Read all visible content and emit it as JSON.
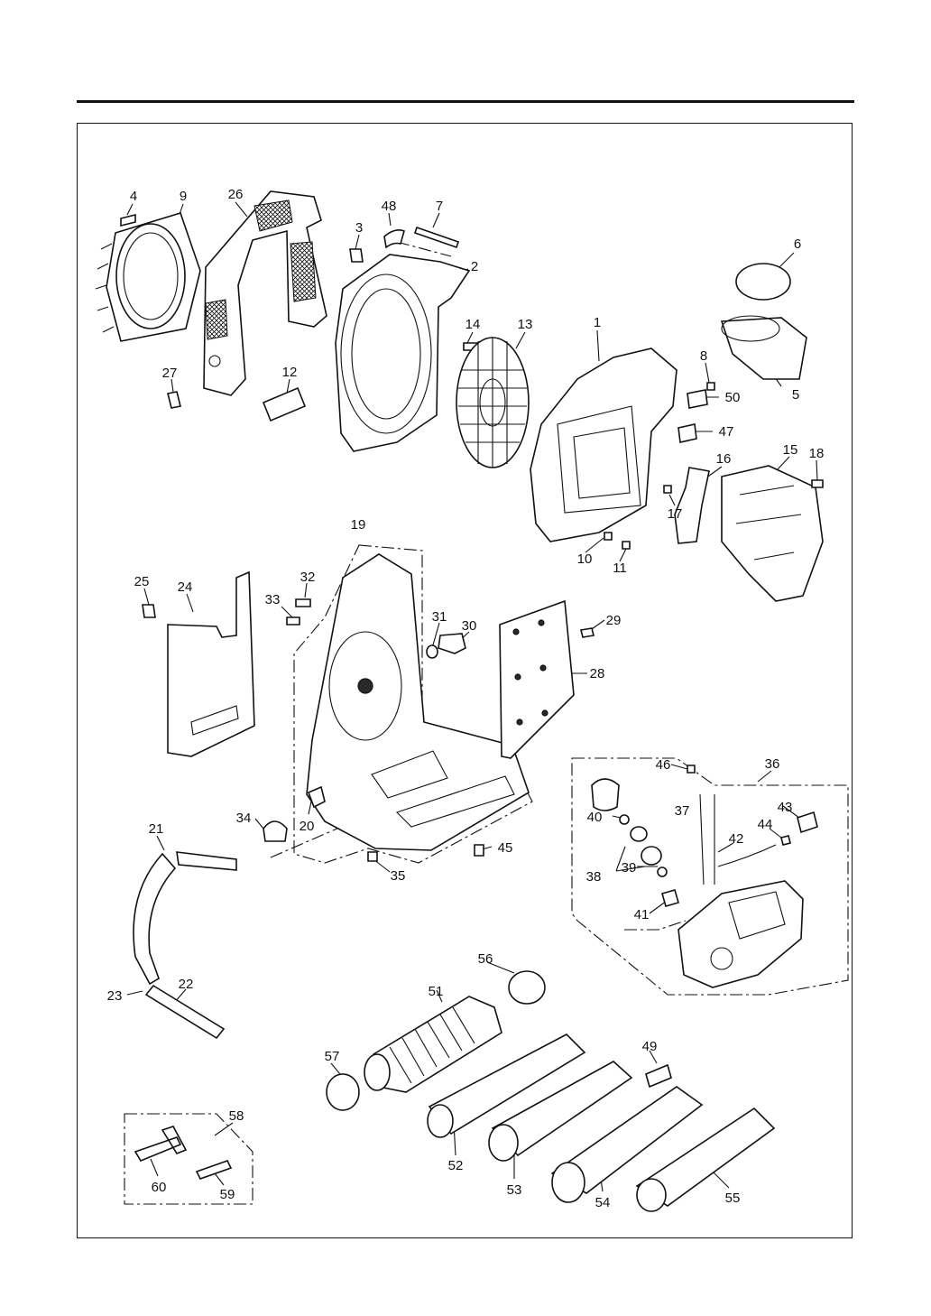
{
  "diagram": {
    "callouts": [
      {
        "id": "4"
      },
      {
        "id": "9"
      },
      {
        "id": "26"
      },
      {
        "id": "48"
      },
      {
        "id": "7"
      },
      {
        "id": "3"
      },
      {
        "id": "6"
      },
      {
        "id": "2"
      },
      {
        "id": "14"
      },
      {
        "id": "13"
      },
      {
        "id": "1"
      },
      {
        "id": "8"
      },
      {
        "id": "50"
      },
      {
        "id": "5"
      },
      {
        "id": "27"
      },
      {
        "id": "12"
      },
      {
        "id": "47"
      },
      {
        "id": "15"
      },
      {
        "id": "18"
      },
      {
        "id": "16"
      },
      {
        "id": "17"
      },
      {
        "id": "19"
      },
      {
        "id": "10"
      },
      {
        "id": "11"
      },
      {
        "id": "25"
      },
      {
        "id": "24"
      },
      {
        "id": "32"
      },
      {
        "id": "33"
      },
      {
        "id": "31"
      },
      {
        "id": "30"
      },
      {
        "id": "29"
      },
      {
        "id": "28"
      },
      {
        "id": "46"
      },
      {
        "id": "36"
      },
      {
        "id": "37"
      },
      {
        "id": "43"
      },
      {
        "id": "40"
      },
      {
        "id": "44"
      },
      {
        "id": "42"
      },
      {
        "id": "39"
      },
      {
        "id": "38"
      },
      {
        "id": "41"
      },
      {
        "id": "34"
      },
      {
        "id": "20"
      },
      {
        "id": "45"
      },
      {
        "id": "35"
      },
      {
        "id": "21"
      },
      {
        "id": "22"
      },
      {
        "id": "23"
      },
      {
        "id": "56"
      },
      {
        "id": "51"
      },
      {
        "id": "57"
      },
      {
        "id": "49"
      },
      {
        "id": "58"
      },
      {
        "id": "52"
      },
      {
        "id": "53"
      },
      {
        "id": "54"
      },
      {
        "id": "55"
      },
      {
        "id": "60"
      },
      {
        "id": "59"
      }
    ]
  }
}
